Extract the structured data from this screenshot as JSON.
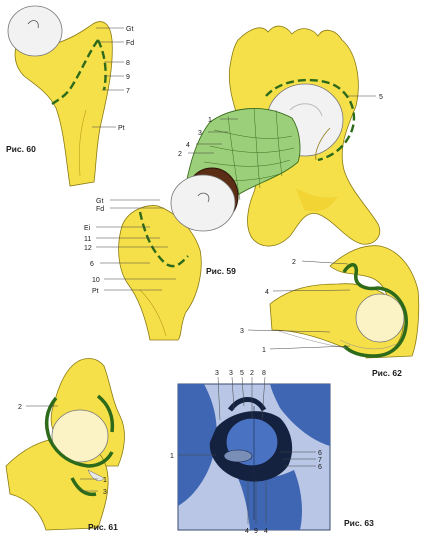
{
  "figures": {
    "fig59": "Рис. 59",
    "fig60": "Рис. 60",
    "fig61": "Рис. 61",
    "fig62": "Рис. 62",
    "fig63": "Рис. 63"
  },
  "labels_fig60": [
    "Gt",
    "Fd",
    "8",
    "9",
    "7",
    "Pt"
  ],
  "labels_fig59": [
    "1",
    "3",
    "4",
    "2",
    "5",
    "Gt",
    "Fd",
    "Ei",
    "11",
    "12",
    "6",
    "10",
    "Pt"
  ],
  "labels_fig62": [
    "2",
    "4",
    "3",
    "1"
  ],
  "labels_fig61": [
    "2",
    "1",
    "3"
  ],
  "labels_fig63_top": [
    "3",
    "3",
    "5",
    "2",
    "8"
  ],
  "labels_fig63_side": [
    "1",
    "6",
    "7",
    "6"
  ],
  "labels_fig63_bottom": [
    "4",
    "9",
    "4"
  ],
  "colors": {
    "bone": "#f6e04a",
    "capsule": "#9ccf7a",
    "synovial": "#2d6a1a",
    "xray_bg": "#b9c6e6",
    "xray_bone": "#3f66b3",
    "xray_dark": "#14213f"
  }
}
